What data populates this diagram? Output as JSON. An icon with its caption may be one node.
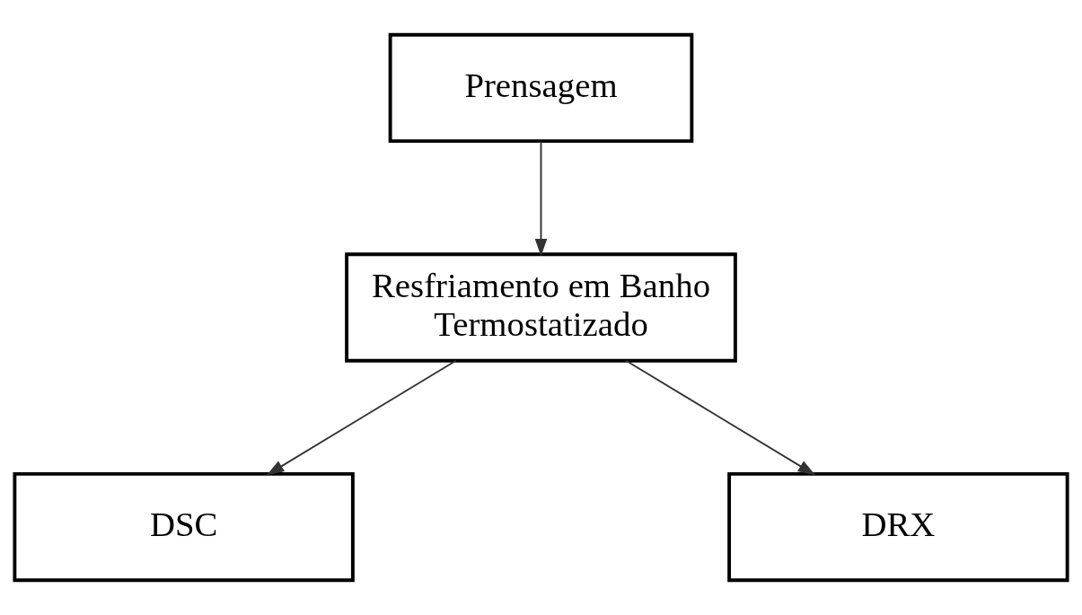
{
  "diagram": {
    "nodes": [
      {
        "text": [
          "Prensagem"
        ]
      },
      {
        "text": [
          "Resfriamento em Banho Termostatizado"
        ]
      },
      {
        "text": [
          "DSC"
        ]
      },
      {
        "text": [
          "DRX"
        ]
      }
    ],
    "edges": [
      {
        "from": 0,
        "to": 1,
        "arrow": "to"
      },
      {
        "from": 1,
        "to": 2,
        "arrow": "to"
      },
      {
        "from": 1,
        "to": 3,
        "arrow": "to"
      }
    ]
  }
}
